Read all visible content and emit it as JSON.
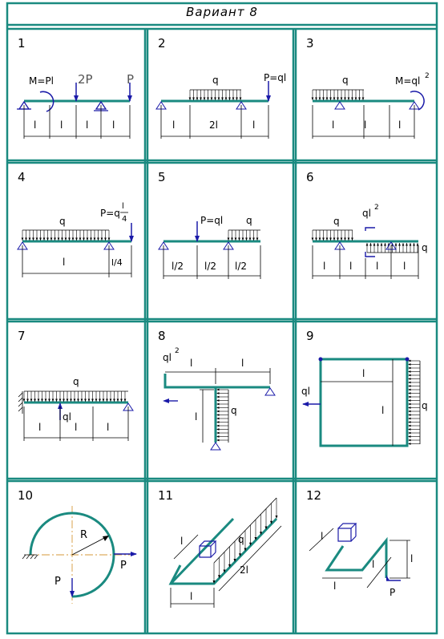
{
  "header": {
    "title": "Вариант 8"
  },
  "colors": {
    "frame": "#1a8a80",
    "beam": "#1a8a80",
    "load_arrow": "#1a1aa8",
    "dim": "#000000"
  },
  "cells": [
    {
      "number": "1",
      "labels": {
        "m": "M=Pl",
        "p2": "2P",
        "p": "P",
        "d1": "l",
        "d2": "l",
        "d3": "l",
        "d4": "l"
      }
    },
    {
      "number": "2",
      "labels": {
        "q": "q",
        "p": "P=ql",
        "d1": "l",
        "d2": "2l",
        "d3": "l"
      }
    },
    {
      "number": "3",
      "labels": {
        "q": "q",
        "m": "M=ql",
        "m_exp": "2",
        "d1": "l",
        "d2": "l",
        "d3": "l"
      }
    },
    {
      "number": "4",
      "labels": {
        "q": "q",
        "p": "P=q",
        "p_num": "l",
        "p_den": "4",
        "d1": "l",
        "d2": "l/4"
      }
    },
    {
      "number": "5",
      "labels": {
        "p": "P=ql",
        "q": "q",
        "d1": "l/2",
        "d2": "l/2",
        "d3": "l/2"
      }
    },
    {
      "number": "6",
      "labels": {
        "q1": "q",
        "m": "ql",
        "m_exp": "2",
        "q2": "q",
        "d1": "l",
        "d2": "l",
        "d3": "l",
        "d4": "l"
      }
    },
    {
      "number": "7",
      "labels": {
        "q": "q",
        "p": "ql",
        "d1": "l",
        "d2": "l",
        "d3": "l"
      }
    },
    {
      "number": "8",
      "labels": {
        "m": "ql",
        "m_exp": "2",
        "d1": "l",
        "d2": "l",
        "d3": "l",
        "q": "q"
      }
    },
    {
      "number": "9",
      "labels": {
        "p": "ql",
        "d1": "l",
        "d2": "l",
        "q": "q"
      }
    },
    {
      "number": "10",
      "labels": {
        "r": "R",
        "p1": "P",
        "p2": "P"
      }
    },
    {
      "number": "11",
      "labels": {
        "d1": "l",
        "q": "q",
        "d2": "2l",
        "d3": "l"
      }
    },
    {
      "number": "12",
      "labels": {
        "d1": "l",
        "d2": "l",
        "d3": "l",
        "d4": "l",
        "p": "P"
      }
    }
  ]
}
